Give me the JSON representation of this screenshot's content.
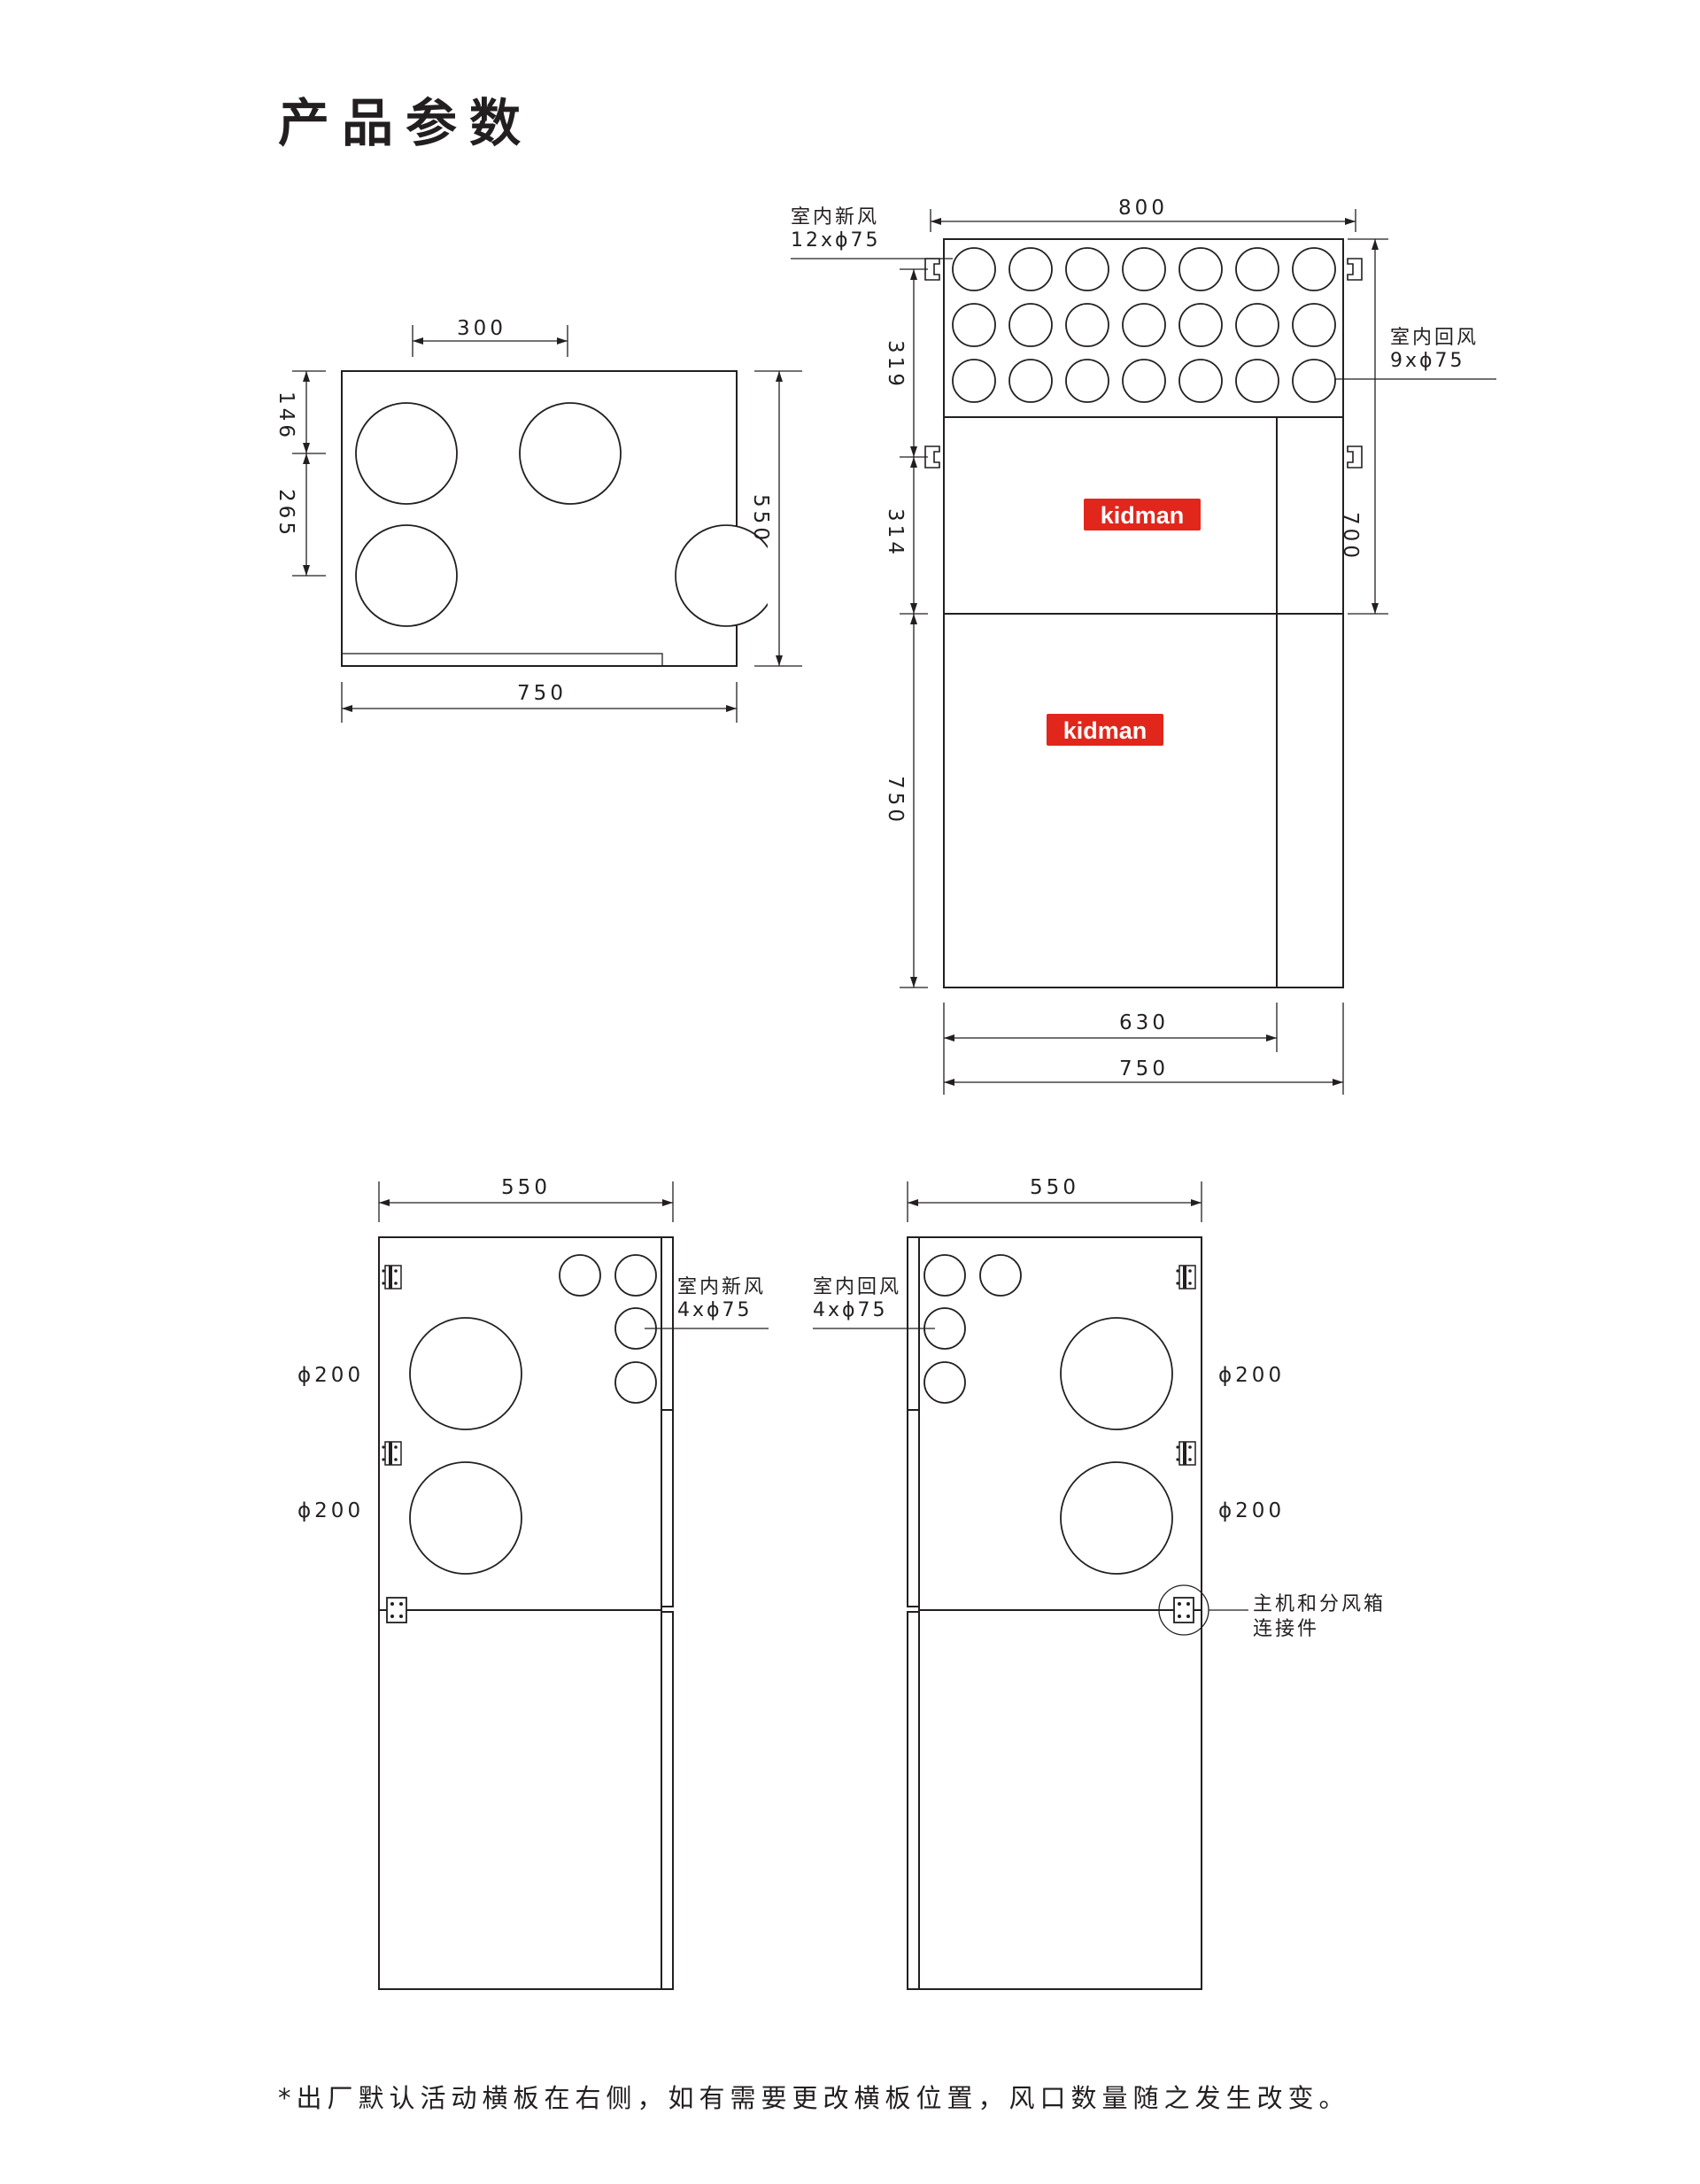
{
  "title": "产品参数",
  "footnote": "*出厂默认活动横板在右侧，如有需要更改横板位置，风口数量随之发生改变。",
  "brand": {
    "logo_text": "kidman",
    "logo_color": "#e1261c"
  },
  "top_view": {
    "dims": {
      "spacing": "300",
      "top": "146",
      "middle": "265",
      "height": "550",
      "width": "750"
    }
  },
  "front_view": {
    "dims": {
      "width_top": "800",
      "h1": "319",
      "h2": "314",
      "h3": "750",
      "h_right": "700",
      "w_inner": "630",
      "w_outer": "750"
    },
    "labels": {
      "fresh": "室内新风",
      "fresh_spec": "12xϕ75",
      "return": "室内回风",
      "return_spec": "9xϕ75"
    }
  },
  "side_left": {
    "dims": {
      "width": "550",
      "port1": "ϕ200",
      "port2": "ϕ200"
    },
    "labels": {
      "name": "室内新风",
      "spec": "4xϕ75"
    }
  },
  "side_right": {
    "dims": {
      "width": "550",
      "port1": "ϕ200",
      "port2": "ϕ200"
    },
    "labels": {
      "name": "室内回风",
      "spec": "4xϕ75",
      "conn1": "主机和分风箱",
      "conn2": "连接件"
    }
  },
  "icons": {
    "hinge": "hinge-icon",
    "connector": "connector-icon",
    "arrow": "arrowhead-icon"
  }
}
